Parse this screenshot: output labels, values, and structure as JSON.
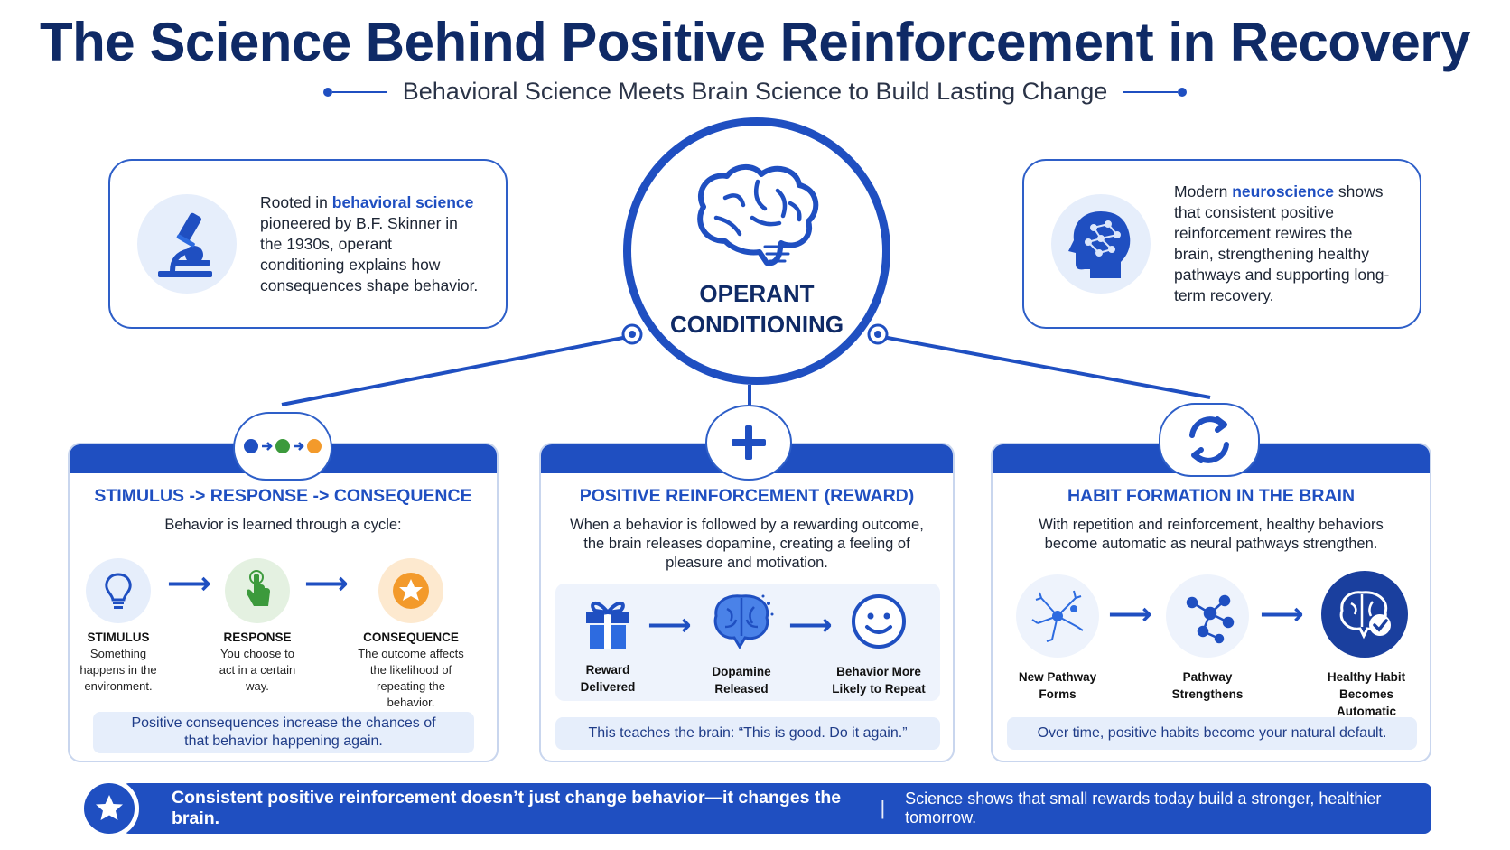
{
  "header": {
    "title": "The Science Behind Positive Reinforcement in Recovery",
    "subtitle": "Behavioral Science Meets Brain Science to Build Lasting Change"
  },
  "left_card": {
    "text_before": "Rooted in ",
    "highlight": "behavioral science",
    "text_after": " pioneered by B.F. Skinner in the 1930s, operant conditioning explains how consequences shape behavior."
  },
  "right_card": {
    "text_before": "Modern ",
    "highlight": "neuroscience",
    "text_after": " shows that consistent positive reinforcement rewires the brain, strengthening healthy pathways and supporting long-term recovery."
  },
  "center": {
    "line1": "OPERANT",
    "line2": "CONDITIONING"
  },
  "panels": {
    "stimulus": {
      "title": "STIMULUS -> RESPONSE -> CONSEQUENCE",
      "desc": "Behavior is learned through a cycle:",
      "steps": [
        {
          "label": "STIMULUS",
          "desc": "Something happens in the environment."
        },
        {
          "label": "RESPONSE",
          "desc": "You choose to act in a certain way."
        },
        {
          "label": "CONSEQUENCE",
          "desc": "The outcome affects the likelihood of repeating the behavior."
        }
      ],
      "note": "Positive consequences increase the chances of that behavior happening again."
    },
    "reward": {
      "title": "POSITIVE REINFORCEMENT (REWARD)",
      "desc": "When a behavior is followed by a rewarding outcome, the brain releases dopamine, creating a feeling of pleasure and motivation.",
      "steps": [
        {
          "label": "Reward Delivered"
        },
        {
          "label": "Dopamine Released"
        },
        {
          "label": "Behavior More Likely to Repeat"
        }
      ],
      "note": "This teaches the brain: “This is good. Do it again.”"
    },
    "habit": {
      "title": "HABIT FORMATION IN THE BRAIN",
      "desc": "With repetition and reinforcement, healthy behaviors become automatic as neural pathways strengthen.",
      "steps": [
        {
          "label": "New Pathway Forms"
        },
        {
          "label": "Pathway Strengthens"
        },
        {
          "label": "Healthy Habit Becomes Automatic"
        }
      ],
      "note": "Over time, positive habits become your natural default."
    }
  },
  "footer": {
    "primary": "Consistent positive reinforcement doesn’t just change behavior—it changes the brain.",
    "separator": "|",
    "secondary": "Science shows that small rewards today build a stronger, healthier tomorrow."
  },
  "colors": {
    "primary": "#1f4fc1",
    "navy": "#0f2a66",
    "light": "#e6eefb",
    "green": "#3c9a3c",
    "orange": "#f39a2b"
  },
  "icons": [
    "microscope-icon",
    "brain-head-icon",
    "brain-icon",
    "plus-icon",
    "cycle-icon",
    "lightbulb-icon",
    "hand-pointer-icon",
    "star-icon",
    "gift-icon",
    "smiley-icon",
    "neuron-icon",
    "brain-check-icon"
  ]
}
